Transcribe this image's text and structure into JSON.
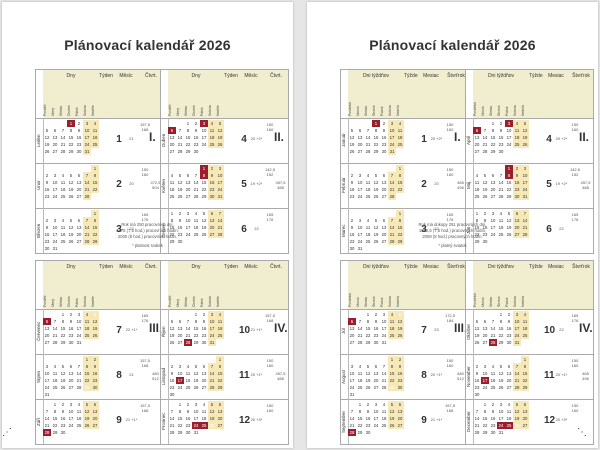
{
  "pages": [
    {
      "title": "Plánovací kalendář 2026",
      "head_days": "Dny",
      "head_week": "Týden",
      "head_month": "Měsíc",
      "head_quarter": "Čtvrt.",
      "note_lines": [
        "Rok má 250 pracovních dní,",
        "1875 (7,5 hod.) pracovních hodin,",
        "2000 (8 hod.) pracovních hodin."
      ],
      "note_star": "* platnost svátek",
      "quarters": [
        {
          "title": "I.",
          "months": [
            "Leden",
            "Únor",
            "Březen"
          ],
          "monthnums": [
            "1",
            "2",
            "3"
          ],
          "days": [
            "21",
            "20",
            "22"
          ],
          "hours": [
            "157,5 168",
            "150 160",
            "165 176"
          ],
          "qhours": [
            "472,5",
            "504"
          ]
        },
        {
          "title": "II.",
          "months": [
            "Duben",
            "Květen",
            "Červen"
          ],
          "monthnums": [
            "4",
            "5",
            "6"
          ],
          "days": [
            "20 +2*",
            "19 +2*",
            "22"
          ],
          "hours": [
            "150 160",
            "142,5 152",
            "165 176"
          ],
          "qhours": [
            "457,5",
            "488"
          ]
        },
        {
          "title": "III.",
          "months": [
            "Červenec",
            "Srpen",
            "Září"
          ],
          "monthnums": [
            "7",
            "8",
            "9"
          ],
          "days": [
            "22 +1*",
            "21",
            "21 +1*"
          ],
          "hours": [
            "165 176",
            "157,5 168",
            "157,5 168"
          ],
          "qhours": [
            "480",
            "512"
          ]
        },
        {
          "title": "IV.",
          "months": [
            "Říjen",
            "Listopad",
            "Prosinec"
          ],
          "monthnums": [
            "10",
            "11",
            "12"
          ],
          "days": [
            "21 +1*",
            "20 +1*",
            "20 +3*"
          ],
          "hours": [
            "157,5 168",
            "150 160",
            "150 160"
          ],
          "qhours": [
            "457,5",
            "488"
          ]
        }
      ]
    },
    {
      "title": "Plánovací kalendář 2026",
      "head_days": "Dni týždňov",
      "head_week": "Týždeň",
      "head_month": "Mesiac",
      "head_quarter": "Štvrťrok",
      "note_lines": [
        "Rok má dokopy 251 pracovných dní,",
        "1882,5 (7,5 hod.) pracovných hodín,",
        "2008 (8 hod.) pracovných hodín."
      ],
      "note_star": "* platný sviatok",
      "quarters": [
        {
          "title": "I.",
          "months": [
            "Január",
            "Február",
            "Marec"
          ],
          "monthnums": [
            "1",
            "2",
            "3"
          ],
          "days": [
            "20 +2*",
            "20",
            "22"
          ],
          "hours": [
            "150 160",
            "150 160",
            "165 176"
          ],
          "qhours": [
            "465",
            "496"
          ]
        },
        {
          "title": "II.",
          "months": [
            "Apríl",
            "Máj",
            "Jún"
          ],
          "monthnums": [
            "4",
            "5",
            "6"
          ],
          "days": [
            "20 +2*",
            "19 +2*",
            "22"
          ],
          "hours": [
            "150 160",
            "142,5 152",
            "165 176"
          ],
          "qhours": [
            "457,5",
            "488"
          ]
        },
        {
          "title": "III.",
          "months": [
            "Júl",
            "August",
            "September"
          ],
          "monthnums": [
            "7",
            "8",
            "9"
          ],
          "days": [
            "23",
            "20 +1*",
            "21 +1*"
          ],
          "hours": [
            "172,5 184",
            "150 160",
            "157,5 168"
          ],
          "qhours": [
            "480",
            "512"
          ]
        },
        {
          "title": "IV.",
          "months": [
            "Október",
            "November",
            "December"
          ],
          "monthnums": [
            "10",
            "11",
            "12"
          ],
          "days": [
            "22",
            "20 +1*",
            "20 +3*"
          ],
          "hours": [
            "165 176",
            "150 160",
            "150 160"
          ],
          "qhours": [
            "465",
            "496"
          ]
        }
      ]
    }
  ],
  "daynames_cz": [
    "Pondělí",
    "Úterý",
    "Středa",
    "Čtvrtek",
    "Pátek",
    "Sobota",
    "Neděle"
  ],
  "daynames_sk": [
    "Pondelok",
    "Utorok",
    "Streda",
    "Štvrtok",
    "Piatok",
    "Sobota",
    "Nedeľa"
  ],
  "months": [
    {
      "start": 3,
      "len": 31,
      "hol": [
        1
      ]
    },
    {
      "start": 6,
      "len": 28,
      "hol": []
    },
    {
      "start": 6,
      "len": 31,
      "hol": []
    },
    {
      "start": 2,
      "len": 30,
      "hol": [
        3,
        6
      ]
    },
    {
      "start": 4,
      "len": 31,
      "hol": [
        1,
        8
      ]
    },
    {
      "start": 0,
      "len": 30,
      "hol": []
    },
    {
      "start": 2,
      "len": 31,
      "hol": [
        5,
        6
      ]
    },
    {
      "start": 5,
      "len": 31,
      "hol": [
        29
      ]
    },
    {
      "start": 1,
      "len": 30,
      "hol": [
        28
      ]
    },
    {
      "start": 3,
      "len": 31,
      "hol": [
        28
      ]
    },
    {
      "start": 6,
      "len": 30,
      "hol": [
        17
      ]
    },
    {
      "start": 1,
      "len": 31,
      "hol": [
        24,
        25,
        26
      ]
    }
  ],
  "colors": {
    "holiday": "#9a1f2d",
    "header": "#f1edcf",
    "weekend_tint": "#f6e8b7"
  }
}
